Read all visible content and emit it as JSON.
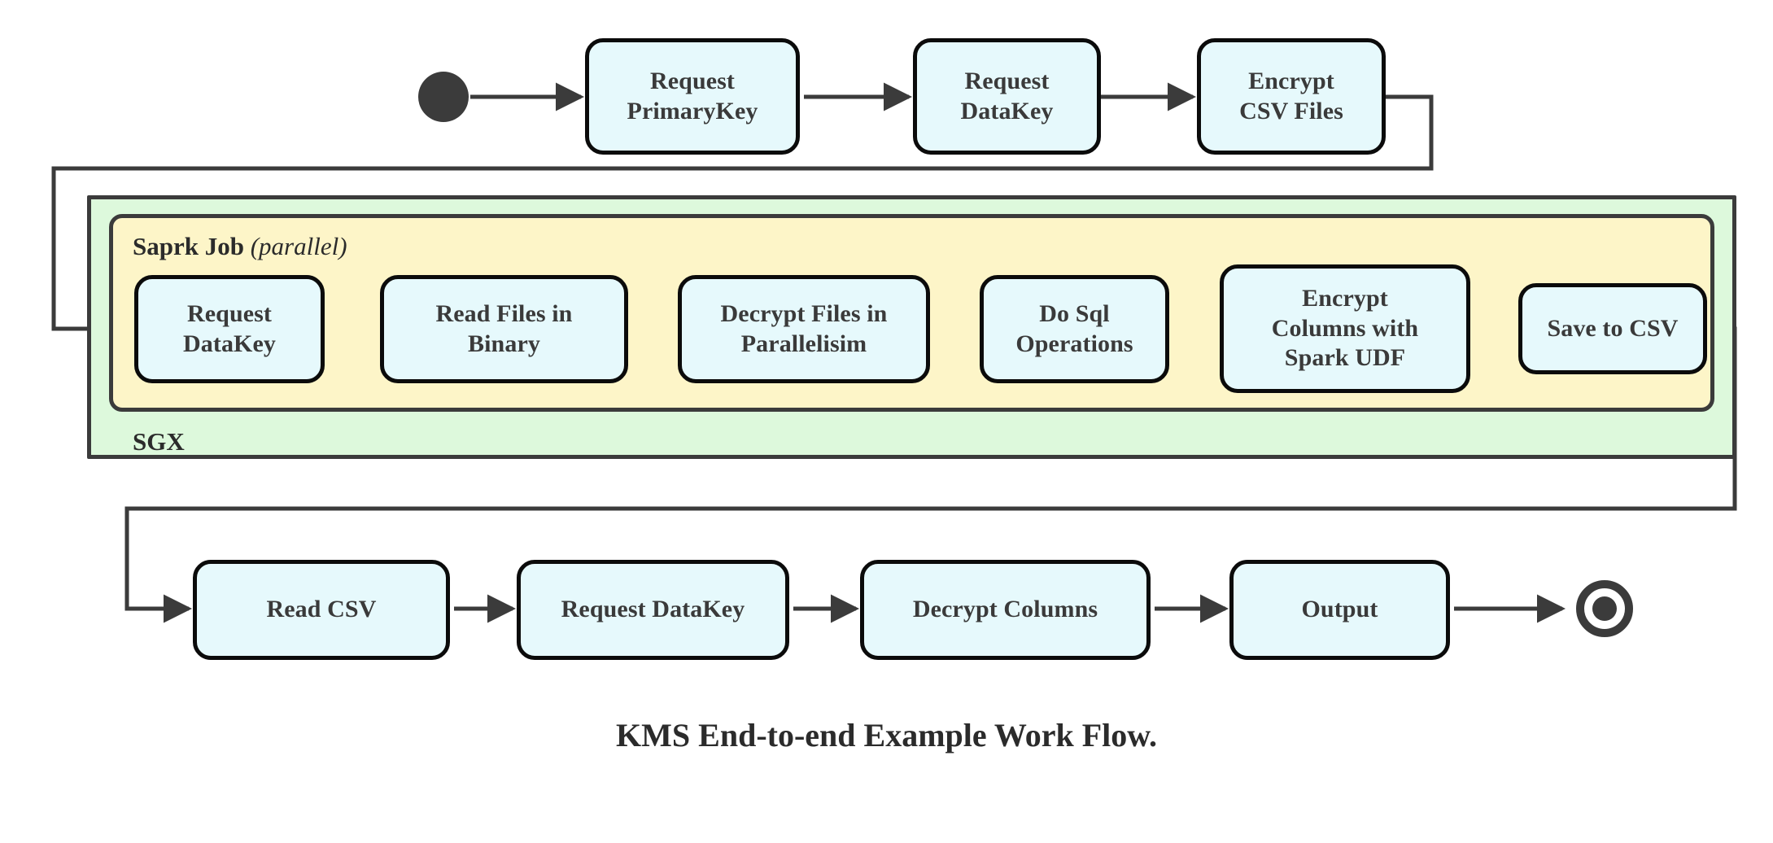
{
  "diagram": {
    "caption": "KMS End-to-end Example Work Flow.",
    "colors": {
      "node_fill": "#e6f9fc",
      "node_border": "#0b0b0b",
      "sgx_fill": "#ddf9dc",
      "spark_fill": "#fdf5c8",
      "connector": "#3b3b3b",
      "text": "#3a3a3a",
      "background": "#ffffff"
    },
    "markers": {
      "start_node": "filled-circle",
      "end_node": "bullseye-circle"
    },
    "regions": [
      {
        "id": "sgx",
        "label": "SGX",
        "label_qualifier": "",
        "fill": "#ddf9dc"
      },
      {
        "id": "spark-job",
        "label": "Saprk Job",
        "label_qualifier": "(parallel)",
        "fill": "#fdf5c8"
      }
    ],
    "rows": {
      "top": {
        "nodes": [
          {
            "id": "request-primarykey",
            "lines": [
              "Request",
              "PrimaryKey"
            ]
          },
          {
            "id": "request-datakey-top",
            "lines": [
              "Request",
              "DataKey"
            ]
          },
          {
            "id": "encrypt-csv-files",
            "lines": [
              "Encrypt",
              "CSV Files"
            ]
          }
        ]
      },
      "spark": {
        "nodes": [
          {
            "id": "request-datakey-spark",
            "lines": [
              "Request",
              "DataKey"
            ]
          },
          {
            "id": "read-files-in-binary",
            "lines": [
              "Read Files in",
              "Binary"
            ]
          },
          {
            "id": "decrypt-files-in-parallelisim",
            "lines": [
              "Decrypt Files in",
              "Parallelisim"
            ]
          },
          {
            "id": "do-sql-operations",
            "lines": [
              "Do Sql",
              "Operations"
            ]
          },
          {
            "id": "encrypt-columns-with-spark-udf",
            "lines": [
              "Encrypt",
              "Columns with",
              "Spark UDF"
            ]
          },
          {
            "id": "save-to-csv",
            "lines": [
              "Save to CSV"
            ]
          }
        ]
      },
      "bottom": {
        "nodes": [
          {
            "id": "read-csv",
            "lines": [
              "Read CSV"
            ]
          },
          {
            "id": "request-datakey-bottom",
            "lines": [
              "Request DataKey"
            ]
          },
          {
            "id": "decrypt-columns",
            "lines": [
              "Decrypt Columns"
            ]
          },
          {
            "id": "output",
            "lines": [
              "Output"
            ]
          }
        ]
      }
    },
    "flow_order": [
      "start",
      "Request PrimaryKey",
      "Request DataKey",
      "Encrypt CSV Files",
      "Request DataKey",
      "Read Files in Binary",
      "Decrypt Files in Parallelisim",
      "Do Sql Operations",
      "Encrypt Columns with Spark UDF",
      "Save to CSV",
      "Read CSV",
      "Request DataKey",
      "Decrypt Columns",
      "Output",
      "end"
    ]
  }
}
